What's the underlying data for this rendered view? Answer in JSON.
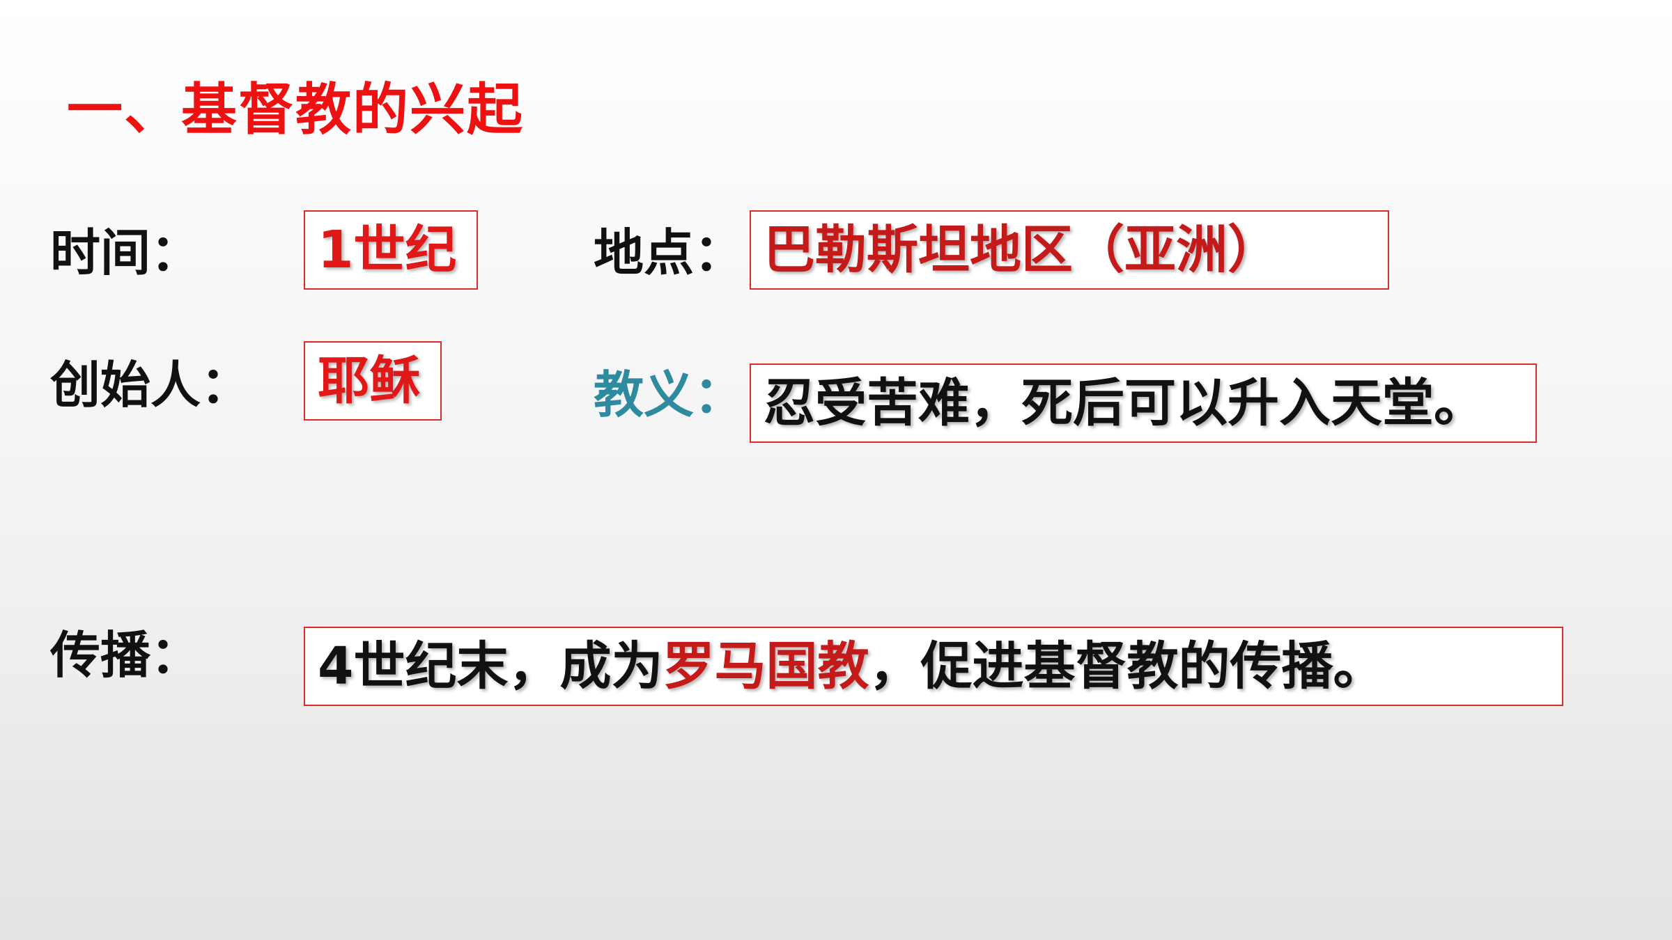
{
  "slide": {
    "title": "一、基督教的兴起",
    "time": {
      "label": "时间：",
      "value": "1世纪"
    },
    "place": {
      "label": "地点：",
      "value": "巴勒斯坦地区（亚洲）"
    },
    "founder": {
      "label": "创始人：",
      "value": "耶稣"
    },
    "doctrine": {
      "label": "教义：",
      "value": "忍受苦难，死后可以升入天堂。"
    },
    "spread": {
      "label": "传播：",
      "value_before": "4世纪末，成为",
      "value_highlight": "罗马国教",
      "value_after": "，促进基督教的传播。"
    }
  },
  "colors": {
    "title": "#ee1111",
    "box_border": "#d92c2c",
    "highlight": "#c41a1a",
    "doctrine_label": "#2e8a9e",
    "text": "#111111"
  }
}
